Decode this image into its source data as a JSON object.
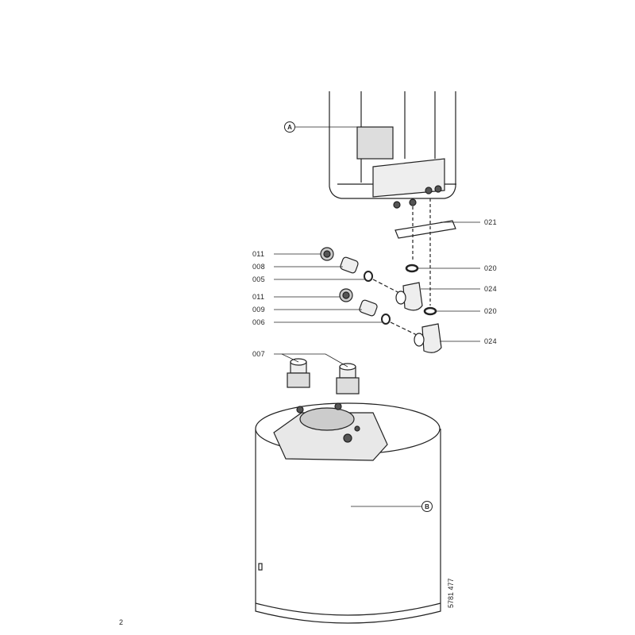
{
  "callouts": {
    "a": "A",
    "b": "B"
  },
  "left_labels": [
    "011",
    "008",
    "005",
    "011",
    "009",
    "006",
    "007"
  ],
  "right_labels": [
    "021",
    "020",
    "024",
    "020",
    "024"
  ],
  "document_number": "5781 477",
  "page_number": "2"
}
